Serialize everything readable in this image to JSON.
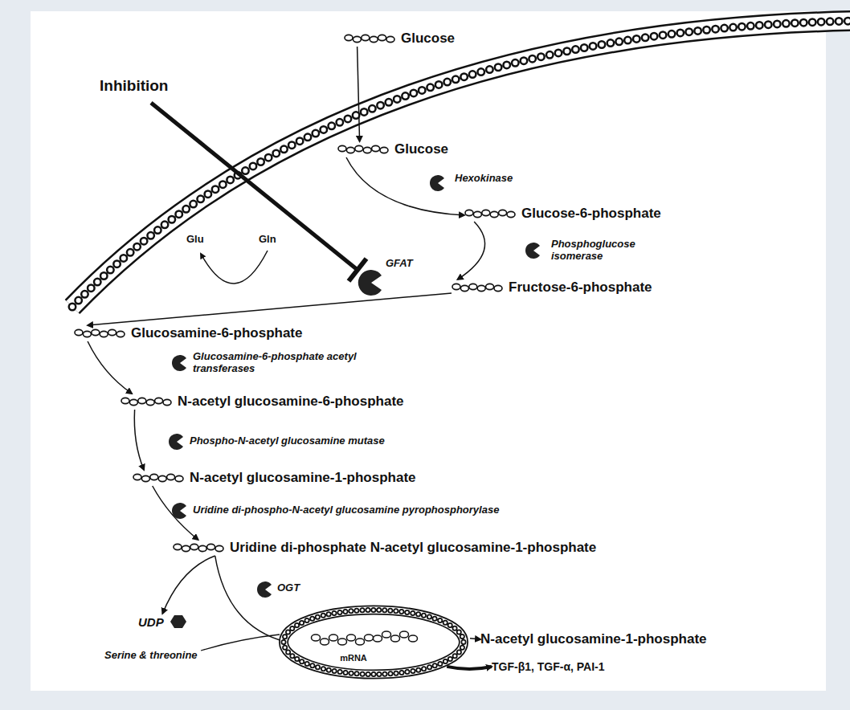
{
  "diagram": {
    "nodes": [
      {
        "text": [
          "Glucose"
        ]
      },
      {
        "text": [
          "Glucose"
        ]
      },
      {
        "text": [
          "Glucose-6-phosphate"
        ]
      },
      {
        "text": [
          "Fructose-6-phosphate"
        ]
      },
      {
        "text": [
          "Glucosamine-6-phosphate"
        ]
      },
      {
        "text": [
          "N-acetyl glucosamine-6-phosphate"
        ]
      },
      {
        "text": [
          "N-acetyl glucosamine-1-phosphate"
        ]
      },
      {
        "text": [
          "Uridine di-phosphate N-acetyl glucosamine-1-phosphate"
        ]
      },
      {
        "text": [
          "mRNA"
        ]
      },
      {
        "text": [
          "UDP"
        ]
      },
      {
        "text": [
          "N-acetyl glucosamine-1-phosphate"
        ]
      },
      {
        "text": [
          "TGF-β1, TGF-α, PAI-1"
        ]
      }
    ],
    "edges": [
      {
        "from": 0,
        "to": 1,
        "arrow": "to"
      },
      {
        "from": 1,
        "to": 2,
        "arrow": "to",
        "label": "Hexokinase"
      },
      {
        "from": 2,
        "to": 3,
        "arrow": "to",
        "label": "Phosphoglucose isomerase"
      },
      {
        "from": 3,
        "to": 4,
        "arrow": "to",
        "label": "GFAT"
      },
      {
        "from": 4,
        "to": 5,
        "arrow": "to",
        "label": "Glucosamine-6-phosphate acetyl transferases"
      },
      {
        "from": 5,
        "to": 6,
        "arrow": "to",
        "label": "Phospho-N-acetyl glucosamine mutase"
      },
      {
        "from": 6,
        "to": 7,
        "arrow": "to",
        "label": "Uridine di-phospho-N-acetyl glucosamine pyrophosphorylase"
      },
      {
        "from": 7,
        "to": 8,
        "arrow": "to",
        "label": "OGT"
      },
      {
        "from": 7,
        "to": 9,
        "arrow": "to"
      },
      {
        "from": 8,
        "to": 10,
        "arrow": "to"
      },
      {
        "from": 8,
        "to": 11,
        "arrow": "to"
      }
    ],
    "labels": [
      "Inhibition",
      "Glu",
      "Gln",
      "Serine & threonine"
    ]
  }
}
